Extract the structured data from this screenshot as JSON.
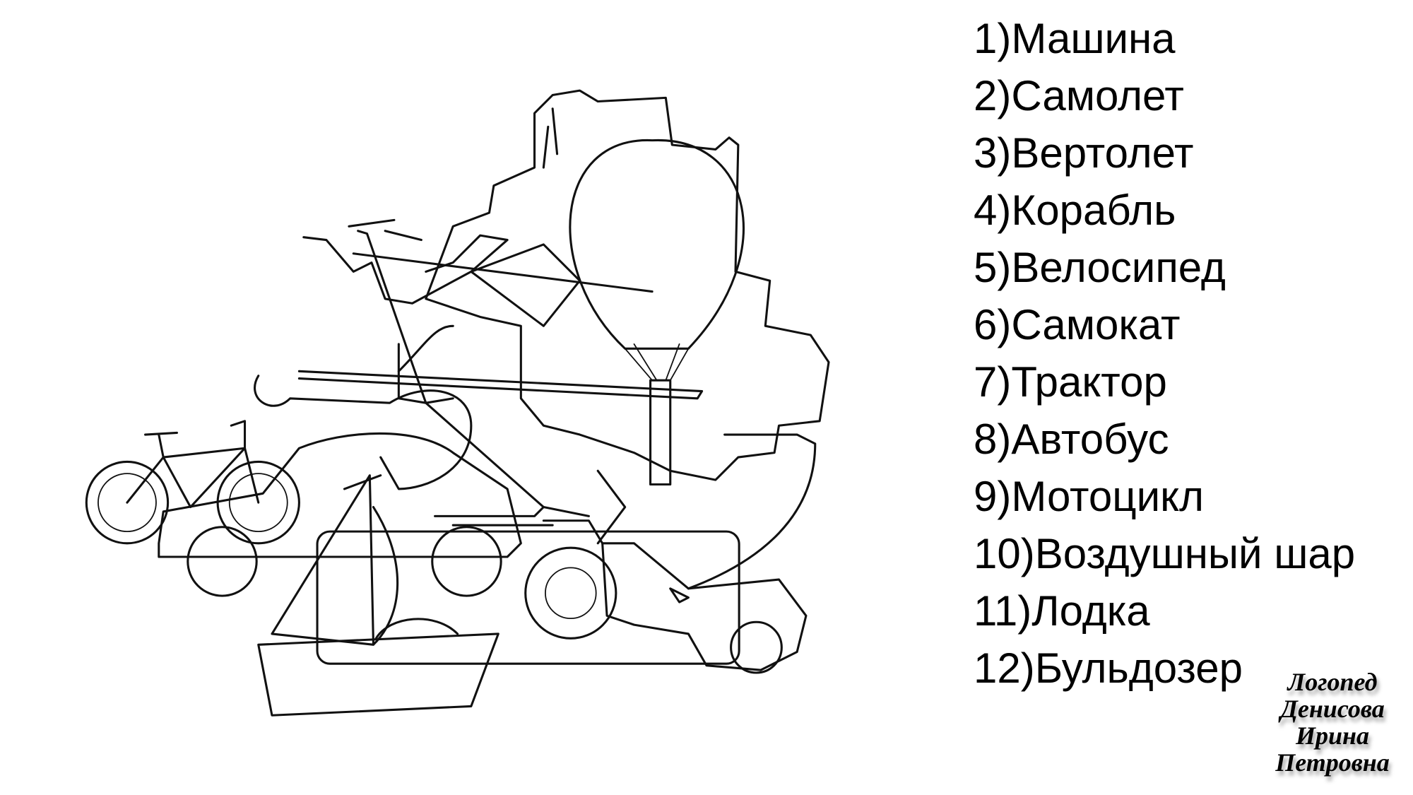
{
  "puzzle": {
    "items": [
      "1)Машина",
      "2)Самолет",
      "3)Вертолет",
      "4)Корабль",
      "5)Велосипед",
      "6)Самокат",
      "7)Трактор",
      "8)Автобус",
      "9)Мотоцикл",
      "10)Воздушный шар",
      "11)Лодка",
      "12)Бульдозер"
    ]
  },
  "signature": {
    "lines": [
      "Логопед",
      "Денисова",
      "Ирина",
      "Петровна"
    ]
  }
}
